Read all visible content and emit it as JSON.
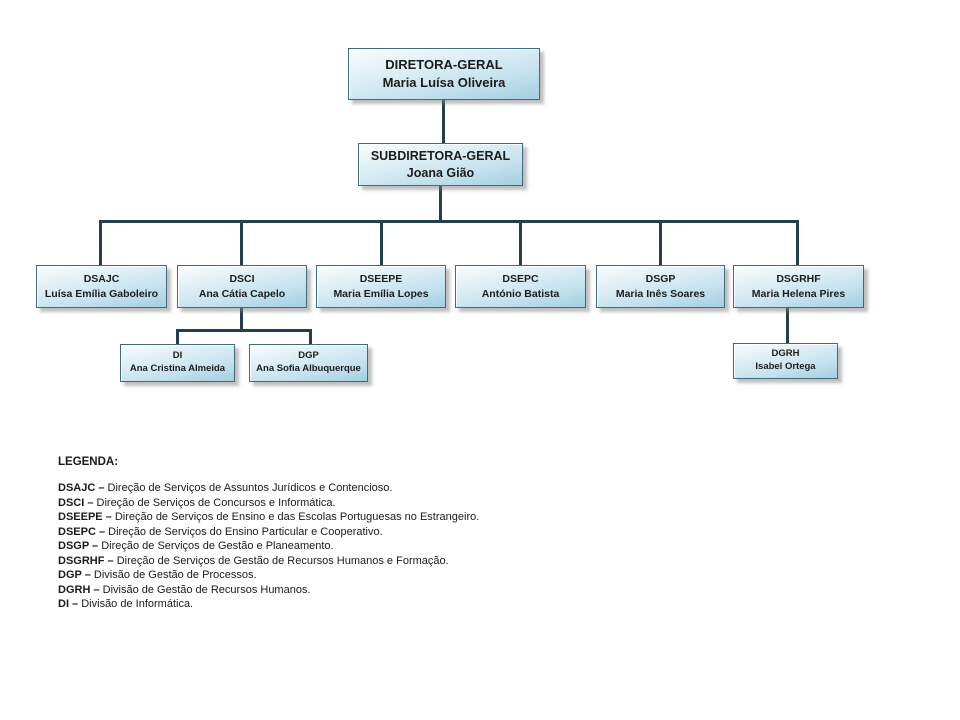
{
  "org": {
    "nodes": {
      "diretora": {
        "title": "DIRETORA-GERAL",
        "name": "Maria Luísa Oliveira"
      },
      "subdiretora": {
        "title": "SUBDIRETORA-GERAL",
        "name": "Joana Gião"
      },
      "dsajc": {
        "title": "DSAJC",
        "name": "Luísa Emília Gaboleiro"
      },
      "dsci": {
        "title": "DSCI",
        "name": "Ana Cátia Capelo"
      },
      "dseepe": {
        "title": "DSEEPE",
        "name": "Maria Emília Lopes"
      },
      "dsepc": {
        "title": "DSEPC",
        "name": "António Batista"
      },
      "dsgp": {
        "title": "DSGP",
        "name": "Maria Inês Soares"
      },
      "dsgrhf": {
        "title": "DSGRHF",
        "name": "Maria Helena Pires"
      },
      "di": {
        "title": "DI",
        "name": "Ana Cristina Almeida"
      },
      "dgp": {
        "title": "DGP",
        "name": "Ana Sofia Albuquerque"
      },
      "dgrh": {
        "title": "DGRH",
        "name": "Isabel Ortega"
      }
    },
    "hierarchy": {
      "diretora": [
        "subdiretora"
      ],
      "subdiretora": [
        "dsajc",
        "dsci",
        "dseepe",
        "dsepc",
        "dsgp",
        "dsgrhf"
      ],
      "dsci": [
        "di",
        "dgp"
      ],
      "dsgrhf": [
        "dgrh"
      ]
    }
  },
  "legend": {
    "heading": "LEGENDA:",
    "separator": " – ",
    "items": [
      {
        "abbr": "DSAJC",
        "desc": "Direção de Serviços de Assuntos Jurídicos e Contencioso."
      },
      {
        "abbr": "DSCI",
        "desc": "Direção de Serviços de Concursos e Informática."
      },
      {
        "abbr": "DSEEPE",
        "desc": "Direção de Serviços de Ensino e das Escolas Portuguesas no Estrangeiro."
      },
      {
        "abbr": "DSEPC",
        "desc": "Direção de Serviços do Ensino Particular e Cooperativo."
      },
      {
        "abbr": "DSGP",
        "desc": "Direção de Serviços de Gestão e Planeamento."
      },
      {
        "abbr": "DSGRHF",
        "desc": "Direção de Serviços de Gestão de Recursos Humanos e Formação."
      },
      {
        "abbr": "DGP",
        "desc": "Divisão de Gestão de Processos."
      },
      {
        "abbr": "DGRH",
        "desc": "Divisão de Gestão de Recursos Humanos."
      },
      {
        "abbr": "DI",
        "desc": "Divisão de Informática."
      }
    ]
  },
  "colors": {
    "node_border": "#3f6b7c",
    "node_fill_top": "#fafdfe",
    "node_fill_bottom": "#a3cfe0",
    "connector": "#24404e",
    "text": "#1c1c1c",
    "shadow": "#828282",
    "background": "#ffffff"
  }
}
